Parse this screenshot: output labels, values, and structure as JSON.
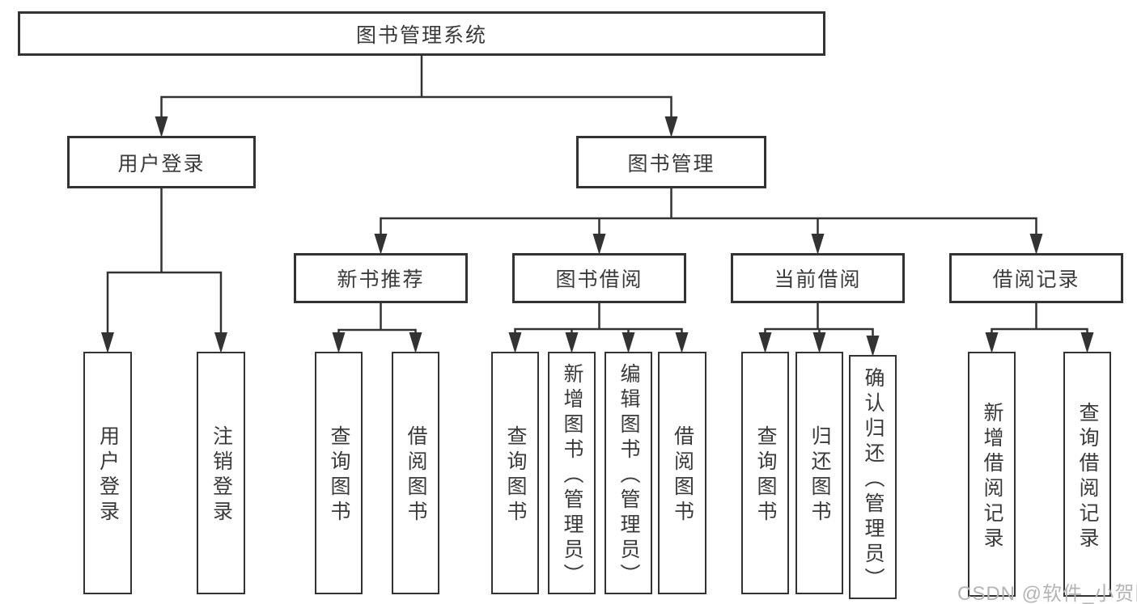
{
  "diagram": {
    "root": {
      "label": "图书管理系统",
      "children": [
        {
          "label": "用户登录",
          "children": [
            {
              "label": "用户登录"
            },
            {
              "label": "注销登录"
            }
          ]
        },
        {
          "label": "图书管理",
          "children": [
            {
              "label": "新书推荐",
              "children": [
                {
                  "label": "查询图书"
                },
                {
                  "label": "借阅图书"
                }
              ]
            },
            {
              "label": "图书借阅",
              "children": [
                {
                  "label": "查询图书"
                },
                {
                  "label": "新增图书（管理员）"
                },
                {
                  "label": "编辑图书（管理员）"
                },
                {
                  "label": "借阅图书"
                }
              ]
            },
            {
              "label": "当前借阅",
              "children": [
                {
                  "label": "查询图书"
                },
                {
                  "label": "归还图书"
                },
                {
                  "label": "确认归还（管理员）"
                }
              ]
            },
            {
              "label": "借阅记录",
              "children": [
                {
                  "label": "新增借阅记录"
                },
                {
                  "label": "查询借阅记录"
                }
              ]
            }
          ]
        }
      ]
    }
  },
  "watermark": {
    "text": "CSDN @软件_小贺同学"
  },
  "colors": {
    "line": "#333333",
    "text": "#3a3a3a",
    "watermark": "#b4b4b4",
    "background": "#ffffff"
  }
}
